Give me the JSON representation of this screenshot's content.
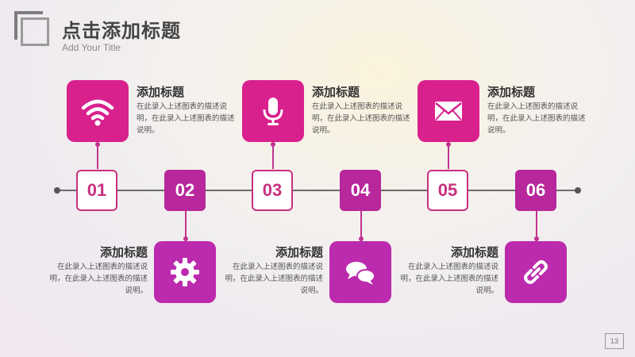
{
  "header": {
    "title": "点击添加标题",
    "subtitle": "Add Your Title"
  },
  "colors": {
    "magenta": "#d9218e",
    "purple": "#bc2aad",
    "outline_pink": "#c8307e"
  },
  "steps": [
    {
      "number": "01",
      "style": "outline",
      "icon": "wifi-icon",
      "title": "添加标题",
      "desc": "在此录入上述图表的描述说明，在此录入上述图表的描述说明。"
    },
    {
      "number": "02",
      "style": "filled",
      "icon": "gear-icon",
      "title": "添加标题",
      "desc": "在此录入上述图表的描述说明，在此录入上述图表的描述说明。"
    },
    {
      "number": "03",
      "style": "outline",
      "icon": "microphone-icon",
      "title": "添加标题",
      "desc": "在此录入上述图表的描述说明，在此录入上述图表的描述说明。"
    },
    {
      "number": "04",
      "style": "filled",
      "icon": "chat-bubbles-icon",
      "title": "添加标题",
      "desc": "在此录入上述图表的描述说明，在此录入上述图表的描述说明。"
    },
    {
      "number": "05",
      "style": "outline",
      "icon": "envelope-icon",
      "title": "添加标题",
      "desc": "在此录入上述图表的描述说明，在此录入上述图表的描述说明。"
    },
    {
      "number": "06",
      "style": "filled",
      "icon": "link-icon",
      "title": "添加标题",
      "desc": "在此录入上述图表的描述说明，在此录入上述图表的描述说明。"
    }
  ],
  "page_number": "13"
}
